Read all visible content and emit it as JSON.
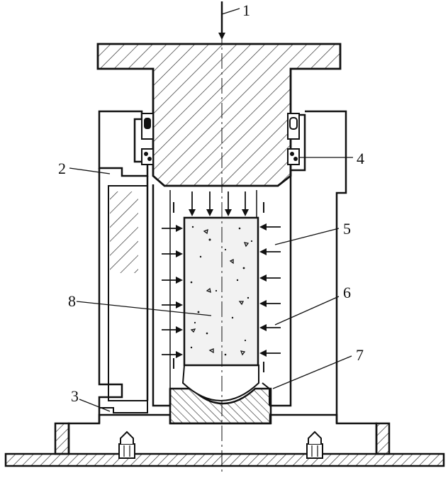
{
  "callouts": [
    {
      "id": "c1",
      "label": "1"
    },
    {
      "id": "c2",
      "label": "2"
    },
    {
      "id": "c3",
      "label": "3"
    },
    {
      "id": "c4",
      "label": "4"
    },
    {
      "id": "c5",
      "label": "5"
    },
    {
      "id": "c6",
      "label": "6"
    },
    {
      "id": "c7",
      "label": "7"
    },
    {
      "id": "c8",
      "label": "8"
    }
  ],
  "colors": {
    "ink": "#111111",
    "hatch": "#222222",
    "specimen_fill": "#f2f2f2",
    "background": "#ffffff"
  }
}
